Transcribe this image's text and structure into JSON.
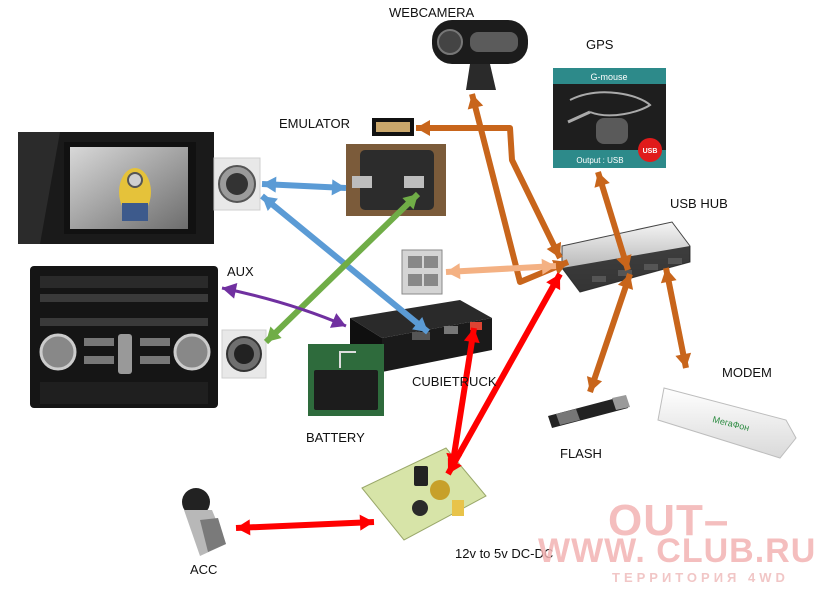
{
  "labels": {
    "webcamera": "WEBCAMERA",
    "gps": "GPS",
    "emulator": "EMULATOR",
    "usb_hub": "USB HUB",
    "aux": "AUX",
    "cubietruck": "CUBIETRUCK",
    "battery": "BATTERY",
    "modem": "MODEM",
    "flash": "FLASH",
    "dcdc": "12v to 5v DC-DC",
    "acc": "ACC"
  },
  "gps_box": {
    "header": "G-mouse",
    "footer": "Output : USB",
    "badge": "USB"
  },
  "modem_brand": "МегаФон",
  "watermark": {
    "line1": "OUT–",
    "line2": "WWW. CLUB.RU",
    "line3": "ТЕРРИТОРИЯ 4WD"
  },
  "colors": {
    "orange": "#c8651b",
    "blue": "#5b9bd5",
    "green": "#70ad47",
    "purple": "#7030a0",
    "red": "#ff0000",
    "peach": "#f4b183"
  },
  "connections": [
    {
      "from": "usb-hub",
      "to": "webcamera",
      "color": "orange"
    },
    {
      "from": "usb-hub",
      "to": "emulator",
      "color": "orange"
    },
    {
      "from": "usb-hub",
      "to": "gps",
      "color": "orange"
    },
    {
      "from": "usb-hub",
      "to": "flash",
      "color": "orange"
    },
    {
      "from": "usb-hub",
      "to": "modem",
      "color": "orange"
    },
    {
      "from": "usb-hub",
      "to": "cubietruck",
      "color": "peach"
    },
    {
      "from": "car-display",
      "to": "emulator",
      "color": "blue"
    },
    {
      "from": "car-display",
      "to": "cubietruck",
      "color": "blue"
    },
    {
      "from": "radio",
      "to": "emulator",
      "color": "green"
    },
    {
      "from": "radio",
      "to": "cubietruck",
      "color": "purple"
    },
    {
      "from": "dc-dc",
      "to": "cubietruck",
      "color": "red"
    },
    {
      "from": "dc-dc",
      "to": "usb-hub",
      "color": "red"
    },
    {
      "from": "acc",
      "to": "dc-dc",
      "color": "red"
    }
  ]
}
